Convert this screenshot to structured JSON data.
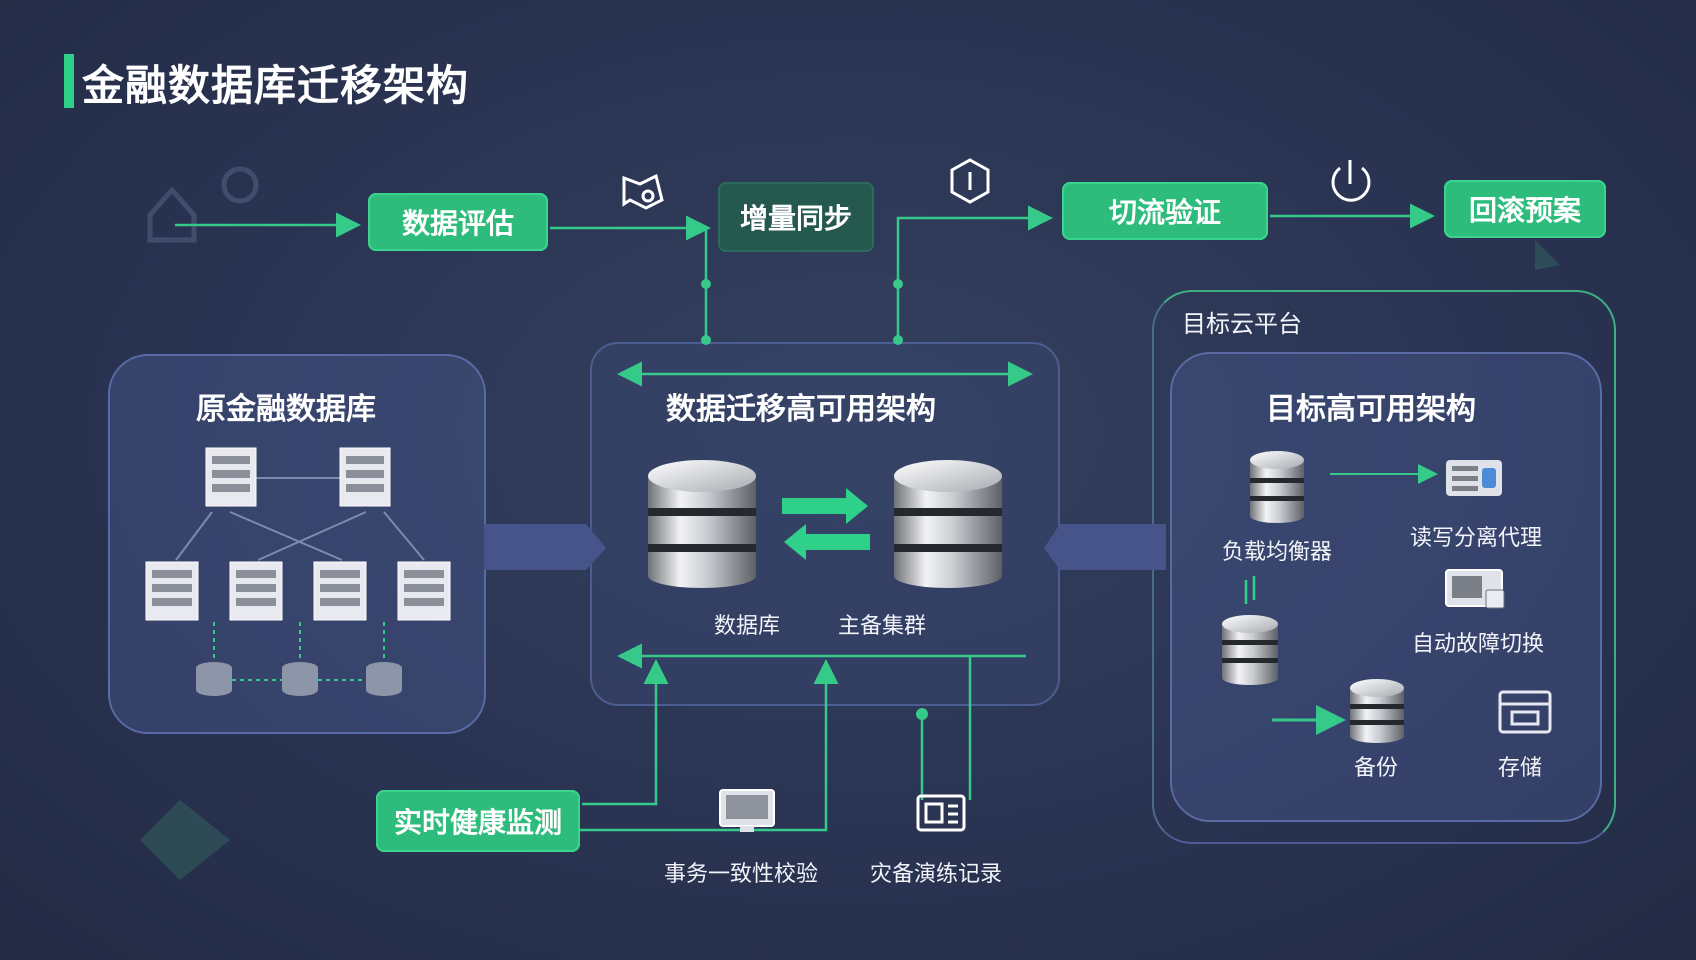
{
  "page_title": "金融数据库迁移架构",
  "flow_steps": {
    "assess": "数据评估",
    "sync": "增量同步",
    "verify": "切流验证",
    "rollback": "回滚预案"
  },
  "panels": {
    "source": {
      "title": "原金融数据库"
    },
    "migration": {
      "title": "数据迁移高可用架构",
      "db_label": "数据库",
      "cluster_label": "主备集群"
    },
    "target_cloud": {
      "label": "目标云平台"
    },
    "target": {
      "title": "目标高可用架构",
      "load_balancer": "负载均衡器",
      "rw_proxy": "读写分离代理",
      "failover": "自动故障切换",
      "backup": "备份",
      "storage": "存储"
    }
  },
  "bottom": {
    "monitor": "实时健康监测",
    "tx_check": "事务一致性校验",
    "dr_record": "灾备演练记录"
  },
  "colors": {
    "accent": "#2ebc7c",
    "line": "#35c98a",
    "panel_border": "#5a6aa4"
  }
}
